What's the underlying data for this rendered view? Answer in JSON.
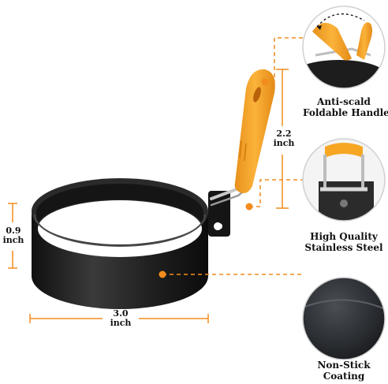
{
  "colors": {
    "accent_orange": "#f28c1e",
    "handle_orange": "#f6a623",
    "ring_black": "#1b1b1b",
    "steel": "#c9c9c9"
  },
  "dimensions": {
    "height": {
      "value": "0.9",
      "unit": "inch"
    },
    "handle_height": {
      "value": "2.2",
      "unit": "inch"
    },
    "diameter": {
      "value": "3.0",
      "unit": "inch"
    }
  },
  "features": [
    {
      "line1": "Anti-scald",
      "line2": "Foldable Handle"
    },
    {
      "line1": "High Quality",
      "line2": "Stainless Steel"
    },
    {
      "line1": "Non-Stick",
      "line2": "Coating"
    }
  ]
}
